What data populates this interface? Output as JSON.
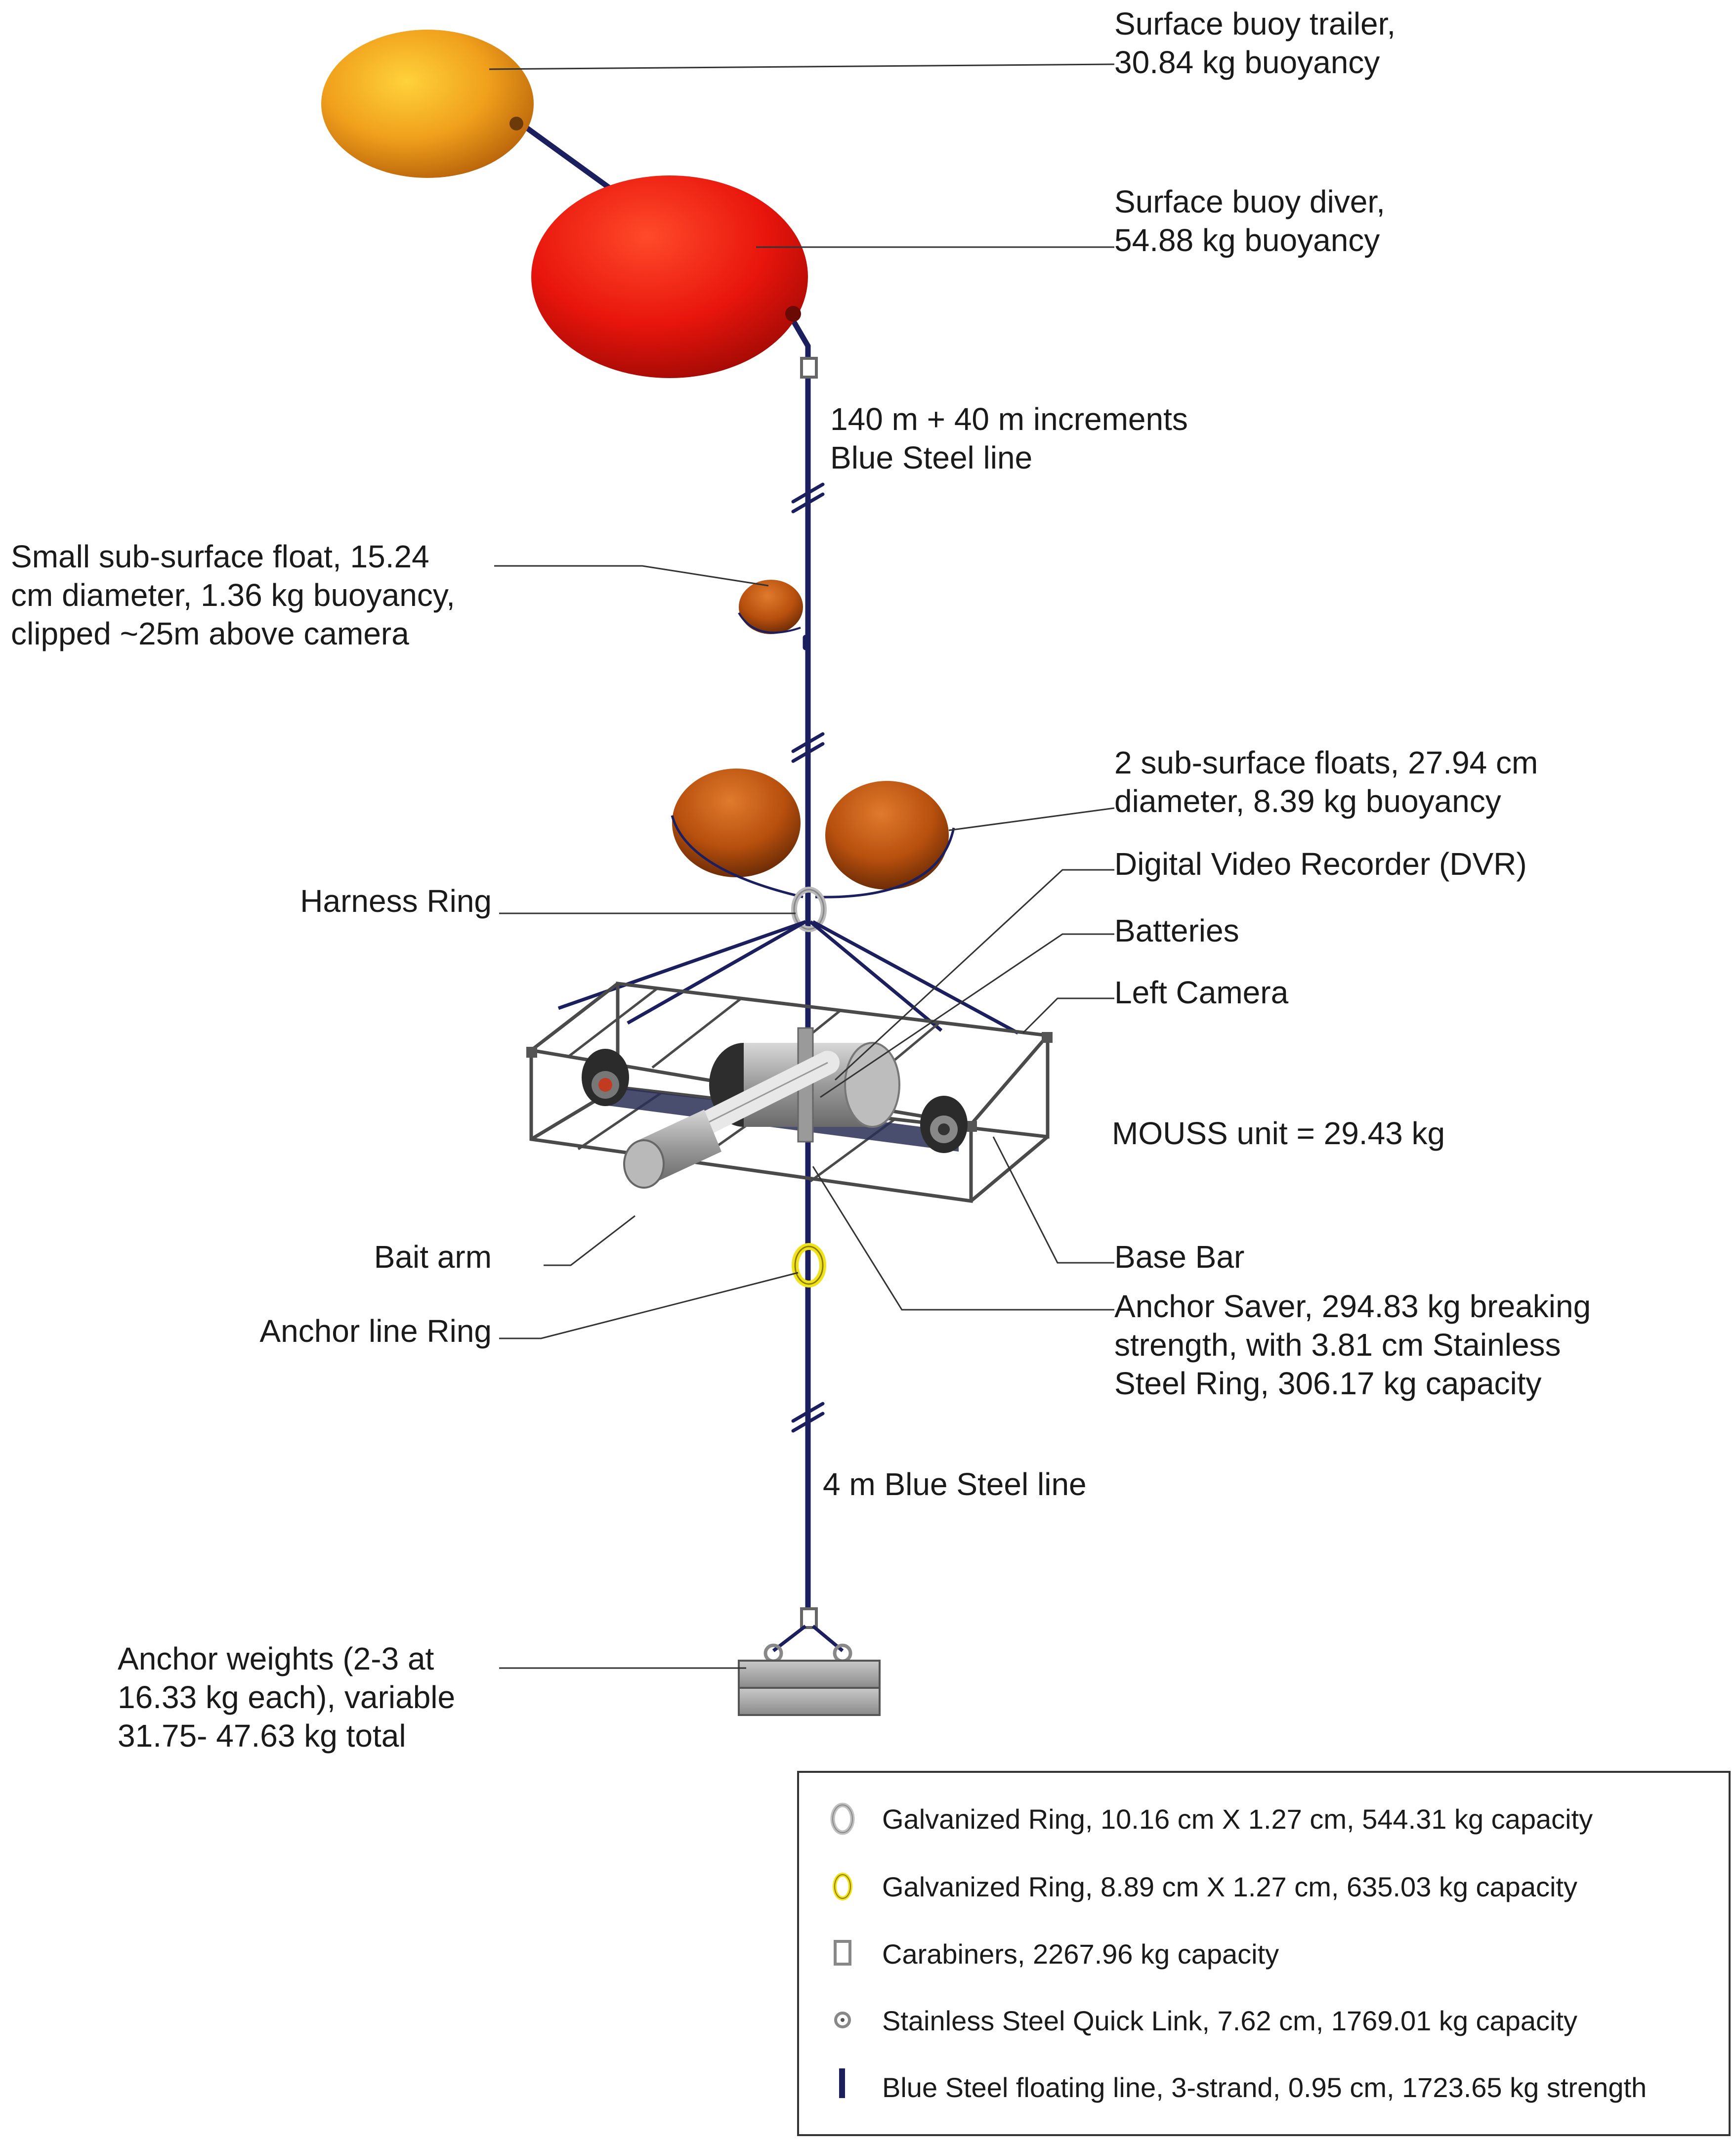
{
  "labels": {
    "surface_buoy_trailer": [
      "Surface buoy trailer,",
      "30.84 kg buoyancy"
    ],
    "surface_buoy_diver": [
      "Surface buoy diver,",
      "54.88 kg buoyancy"
    ],
    "main_line": [
      "140 m + 40 m increments",
      "Blue Steel line"
    ],
    "small_float": [
      "Small sub-surface float, 15.24",
      "cm diameter, 1.36 kg buoyancy,",
      "clipped ~25m above camera"
    ],
    "sub_floats": [
      "2 sub-surface floats, 27.94 cm",
      "diameter, 8.39 kg buoyancy"
    ],
    "harness_ring": "Harness Ring",
    "dvr": "Digital Video Recorder (DVR)",
    "batteries": "Batteries",
    "left_camera": "Left Camera",
    "mouss_unit": "MOUSS unit = 29.43 kg",
    "bait_arm": "Bait arm",
    "base_bar": "Base Bar",
    "anchor_line_ring": "Anchor line Ring",
    "anchor_saver": [
      "Anchor Saver, 294.83 kg breaking",
      "strength, with 3.81 cm Stainless",
      "Steel Ring, 306.17 kg capacity"
    ],
    "lower_line": "4 m Blue Steel line",
    "anchor_weights": [
      "Anchor weights (2-3 at",
      "16.33 kg each), variable",
      "31.75- 47.63 kg total"
    ]
  },
  "legend": {
    "items": [
      {
        "icon": "galvanized-ring-large-icon",
        "label": "Galvanized Ring, 10.16 cm X 1.27 cm, 544.31 kg capacity"
      },
      {
        "icon": "galvanized-ring-small-icon",
        "label": "Galvanized Ring, 8.89 cm X 1.27 cm, 635.03 kg capacity"
      },
      {
        "icon": "carabiner-icon",
        "label": "Carabiners, 2267.96 kg capacity"
      },
      {
        "icon": "quick-link-icon",
        "label": "Stainless Steel Quick Link, 7.62 cm, 1769.01 kg capacity"
      },
      {
        "icon": "blue-steel-line-icon",
        "label": "Blue Steel floating line, 3-strand, 0.95 cm, 1723.65 kg strength"
      }
    ]
  },
  "colors": {
    "line": "#1c1f5e",
    "trailer_buoy": "#f0a01c",
    "diver_buoy": "#e8150c",
    "sub_float": "#b8500e",
    "yellow_ring": "#f2e21a"
  }
}
